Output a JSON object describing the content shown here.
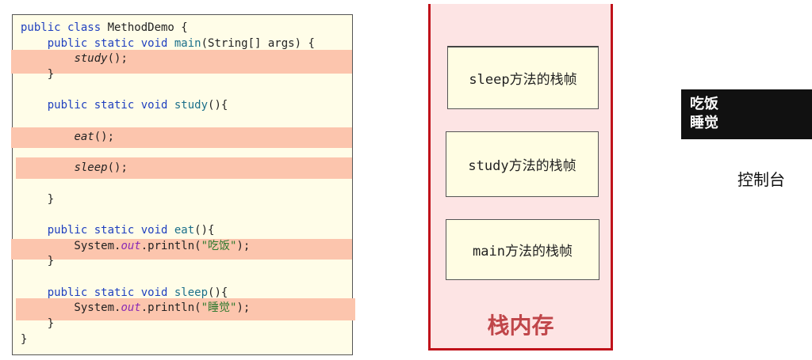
{
  "code": {
    "lines": [
      [
        {
          "t": "public class ",
          "c": "kw"
        },
        {
          "t": "MethodDemo {",
          "c": ""
        }
      ],
      [
        {
          "t": "    public static void ",
          "c": "kw"
        },
        {
          "t": "main",
          "c": "fn"
        },
        {
          "t": "(String[] args) {",
          "c": ""
        }
      ],
      [
        {
          "t": "        ",
          "c": ""
        },
        {
          "t": "study",
          "c": "it"
        },
        {
          "t": "();",
          "c": ""
        }
      ],
      [
        {
          "t": "    }",
          "c": ""
        }
      ],
      [],
      [
        {
          "t": "    public static void ",
          "c": "kw"
        },
        {
          "t": "study",
          "c": "fn"
        },
        {
          "t": "(){",
          "c": ""
        }
      ],
      [],
      [
        {
          "t": "        ",
          "c": ""
        },
        {
          "t": "eat",
          "c": "it"
        },
        {
          "t": "();",
          "c": ""
        }
      ],
      [],
      [
        {
          "t": "        ",
          "c": ""
        },
        {
          "t": "sleep",
          "c": "it"
        },
        {
          "t": "();",
          "c": ""
        }
      ],
      [],
      [
        {
          "t": "    }",
          "c": ""
        }
      ],
      [],
      [
        {
          "t": "    public static void ",
          "c": "kw"
        },
        {
          "t": "eat",
          "c": "fn"
        },
        {
          "t": "(){",
          "c": ""
        }
      ],
      [
        {
          "t": "        System.",
          "c": ""
        },
        {
          "t": "out",
          "c": "fld"
        },
        {
          "t": ".println(",
          "c": ""
        },
        {
          "t": "\"吃饭\"",
          "c": "str"
        },
        {
          "t": ");",
          "c": ""
        }
      ],
      [
        {
          "t": "    }",
          "c": ""
        }
      ],
      [],
      [
        {
          "t": "    public static void ",
          "c": "kw"
        },
        {
          "t": "sleep",
          "c": "fn"
        },
        {
          "t": "(){",
          "c": ""
        }
      ],
      [
        {
          "t": "        System.",
          "c": ""
        },
        {
          "t": "out",
          "c": "fld"
        },
        {
          "t": ".println(",
          "c": ""
        },
        {
          "t": "\"睡觉\"",
          "c": "str"
        },
        {
          "t": ");",
          "c": ""
        }
      ],
      [
        {
          "t": "    }",
          "c": ""
        }
      ],
      [
        {
          "t": "}",
          "c": ""
        }
      ]
    ]
  },
  "stack": {
    "frames": [
      "sleep方法的栈帧",
      "study方法的栈帧",
      "main方法的栈帧"
    ],
    "label": "栈内存"
  },
  "console": {
    "output": [
      "吃饭",
      "睡觉"
    ],
    "label": "控制台"
  },
  "colors": {
    "highlight": "#fcc5ad",
    "stack_border": "#c0121a",
    "stack_bg": "#fde4e4",
    "code_bg": "#fffde8"
  }
}
